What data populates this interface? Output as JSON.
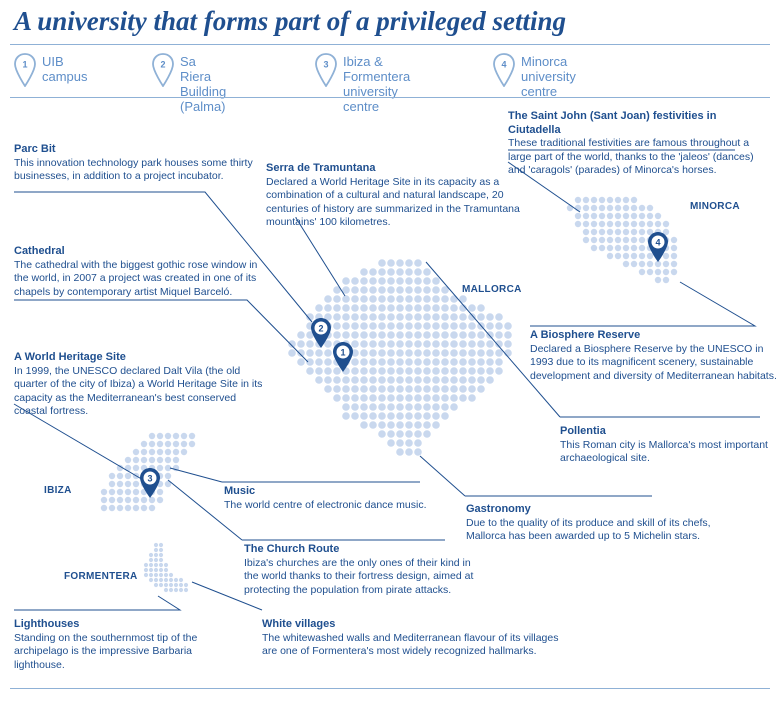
{
  "title": "A university that forms part of a privileged setting",
  "legend": [
    {
      "number": "1",
      "label": "UIB campus"
    },
    {
      "number": "2",
      "label": "Sa Riera Building\n(Palma)"
    },
    {
      "number": "3",
      "label": "Ibiza & Formentera\nuniversity centre"
    },
    {
      "number": "4",
      "label": "Minorca\nuniversity centre"
    }
  ],
  "islands": {
    "mallorca": "MALLORCA",
    "minorca": "MINORCA",
    "ibiza": "IBIZA",
    "formentera": "FORMENTERA"
  },
  "notes": {
    "parc_bit": {
      "title": "Parc Bit",
      "body": "This innovation technology park houses some thirty businesses, in addition to a project incubator."
    },
    "serra": {
      "title": "Serra de Tramuntana",
      "body": "Declared a World Heritage Site in its capacity as a combination of a cultural and natural landscape, 20 centuries of history are summarized in the Tramuntana mountains' 100 kilometres."
    },
    "sant_joan": {
      "title": "The Saint John (Sant Joan) festivities in Ciutadella",
      "body": "These traditional festivities are famous throughout a large part of the world, thanks to the 'jaleos' (dances) and 'caragols' (parades) of Minorca's horses."
    },
    "cathedral": {
      "title": "Cathedral",
      "body": "The cathedral with the biggest gothic rose window in the world, in 2007 a project was created in one of its chapels by contemporary artist Miquel Barceló."
    },
    "world_heritage": {
      "title": "A World Heritage Site",
      "body": "In 1999, the UNESCO declared Dalt Vila (the old quarter of the city of Ibiza) a World Heritage Site in its capacity as the Mediterranean's best conserved coastal fortress."
    },
    "biosphere": {
      "title": "A Biosphere Reserve",
      "body": "Declared a Biosphere Reserve by the UNESCO in 1993 due to its magnificent scenery, sustainable development and diversity of Mediterranean habitats."
    },
    "pollentia": {
      "title": "Pollentia",
      "body": "This Roman city is Mallorca's most important archaeological site."
    },
    "music": {
      "title": "Music",
      "body": "The world centre of electronic dance music."
    },
    "gastronomy": {
      "title": "Gastronomy",
      "body": "Due to the quality of its produce and skill of its chefs, Mallorca has been awarded up to 5 Michelin stars."
    },
    "church_route": {
      "title": "The Church Route",
      "body": "Ibiza's churches are the only ones of their kind in the world thanks to their fortress design, aimed at protecting the population from pirate attacks."
    },
    "lighthouses": {
      "title": "Lighthouses",
      "body": "Standing on the southernmost tip of the archipelago is the impressive Barbaria lighthouse."
    },
    "white_villages": {
      "title": "White villages",
      "body": "The whitewashed walls and Mediterranean flavour of its villages are one of Formentera's most widely recognized hallmarks."
    }
  },
  "colors": {
    "primary": "#1f4f8f",
    "accent": "#5e8ec8",
    "dots": "#c9d8ee",
    "line": "#8fb1d6"
  }
}
